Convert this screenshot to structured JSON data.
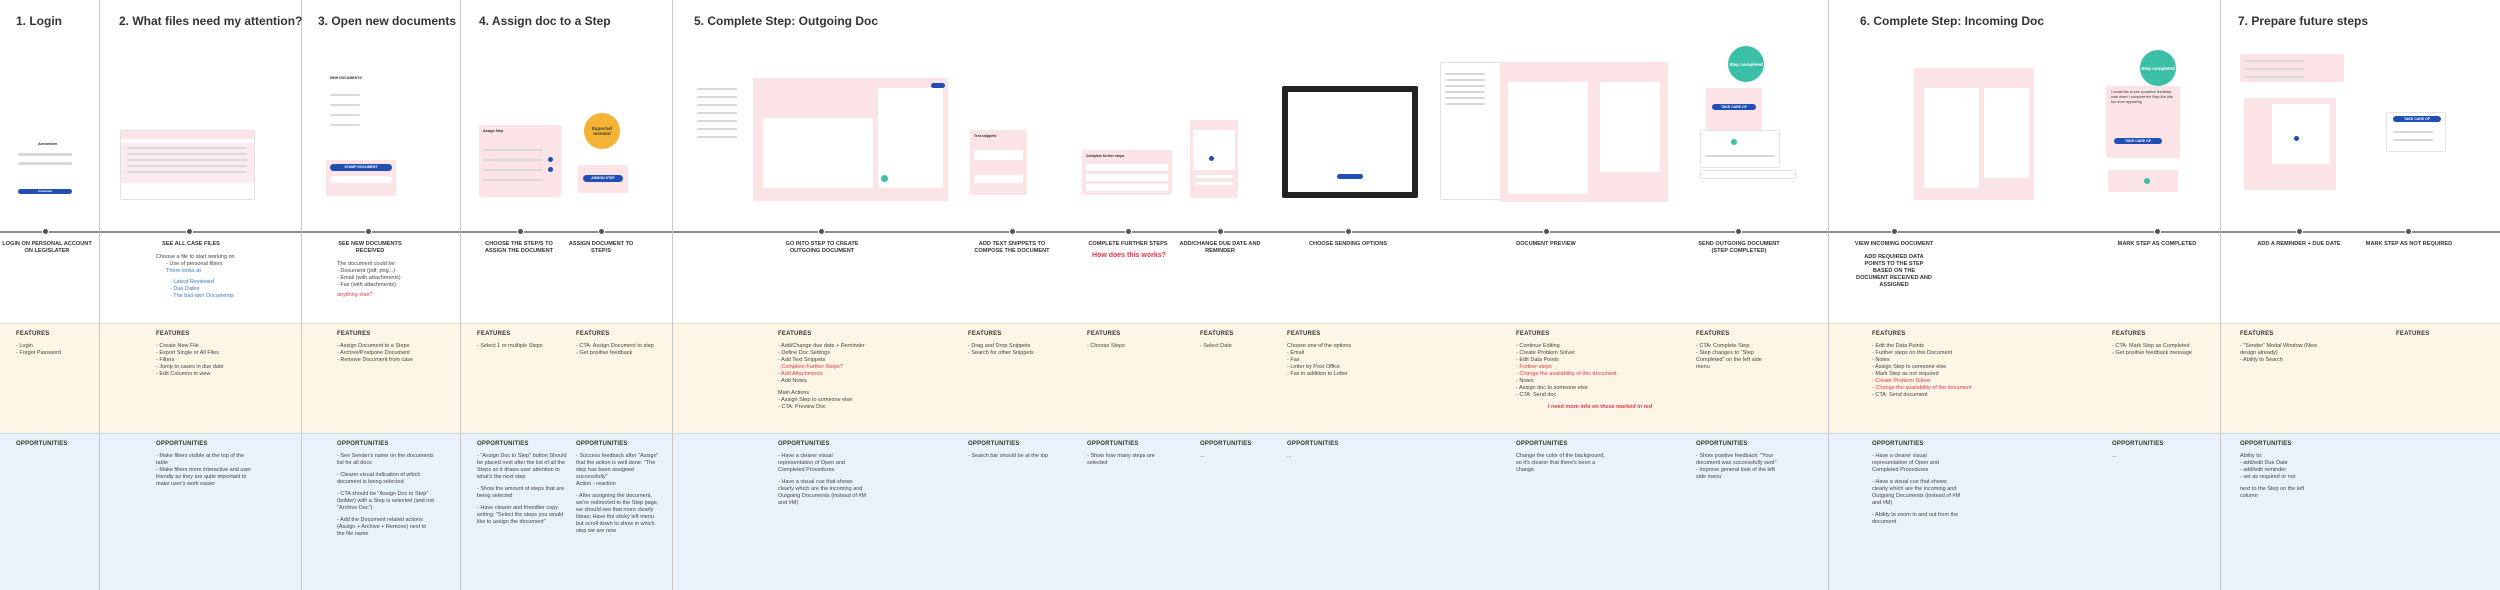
{
  "sections": [
    {
      "id": "s1",
      "title": "1. Login"
    },
    {
      "id": "s2",
      "title": "2. What files need my attention?"
    },
    {
      "id": "s3",
      "title": "3. Open new documents"
    },
    {
      "id": "s4",
      "title": "4. Assign doc to a Step"
    },
    {
      "id": "s5",
      "title": "5. Complete Step: Outgoing Doc"
    },
    {
      "id": "s6",
      "title": "6. Complete Step: Incoming Doc"
    },
    {
      "id": "s7",
      "title": "7. Prepare future steps"
    }
  ],
  "steps": {
    "login": "Login on personal account on Legislater",
    "see_all_case_files": "See all case files",
    "see_new_docs": "See new documents received",
    "choose_steps": "Choose the step/s to assign the document",
    "assign_doc": "Assign document to step/s",
    "go_into_step": "Go into step to create outgoing document",
    "add_text_snippets": "Add text snippets to compose the document",
    "complete_further": "Complete further steps",
    "add_due_date": "Add/change due date and reminder",
    "choose_sending": "Choose sending options",
    "doc_preview": "Document preview",
    "send_outgoing": "Send outgoing document (step completed)",
    "view_incoming": "View incoming document",
    "add_required": "Add required data points to the step based on the document received and assigned",
    "mark_completed": "Mark step as completed",
    "add_reminder": "Add a reminder + due date",
    "mark_not_required": "Mark step as not required"
  },
  "descriptions": {
    "case_files": {
      "intro": "Choose a file to start working on",
      "sub": "- Use of personal filters",
      "link1": "There looks at",
      "link2": "- Latest Reviewed",
      "link3": "- Due Dates",
      "link4": "- The ball own Documents"
    },
    "new_docs": {
      "intro": "The document could be:",
      "l1": "- Document (pdf, png...)",
      "l2": "- Email (with attachments)",
      "l3": "- Fax (with attachments)",
      "note": "anything else?"
    },
    "how_works": "How does this works?",
    "more_info": "I need more info on these marked in red"
  },
  "labels": {
    "features": "FEATURES",
    "opportunities": "OPPORTUNITIES"
  },
  "features": {
    "c1": [
      "- Login",
      "- Forgot Password"
    ],
    "c2": [
      "- Create New File",
      "- Export Single or All Files",
      "- Filters",
      "- Jump to cases in due date",
      "- Edit Columns in view"
    ],
    "c3": [
      "- Assign Document to a Steps",
      "- Archive/Postpone Document",
      "- Remove Document from case"
    ],
    "c4": [
      "- Select 1 or multiple Steps"
    ],
    "c5": [
      "- CTA: Assign Document to step",
      "- Get positive feedback"
    ],
    "c6": [
      "- Add/Change due date + Reminder",
      "- Define Doc Settings",
      "- Add Text Snippets",
      "- Complete Further Steps?",
      "- Add Attachments",
      "- Add Notes",
      "",
      "Main Actions",
      "- Assign Step to someone else",
      "- CTA: Preview Doc"
    ],
    "c6_red": [
      3,
      4
    ],
    "c7": [
      "- Drag and Drop Snippets",
      "- Search for other Snippets"
    ],
    "c8": [
      "- Choose Steps"
    ],
    "c9": [
      "- Select Date"
    ],
    "c10": [
      "Choose one of the options",
      "- Email",
      "- Fax",
      "- Letter by Post Office",
      "- Fax in addition to Letter"
    ],
    "c11": [
      "- Continue Editing",
      "- Create Problem Solver",
      "- Edit Data Points",
      "- Further steps",
      "- Change the availability of this document",
      "- Notes",
      "- Assign doc to someone else",
      "- CTA: Send doc"
    ],
    "c11_red": [
      3,
      4
    ],
    "c12": [
      "- CTA: Complete Step",
      "- Step changes to \"Step Completed\" on the left side menu"
    ],
    "c13": [
      "- Edit the Data Points",
      "- Further steps on this Document",
      "- Notes",
      "- Assign Step to someone else",
      "- Mark Step as not required",
      "- Create Problem Solver",
      "- Change the availability of the document",
      "- CTA: Send document"
    ],
    "c13_red": [
      5,
      6
    ],
    "c14": [
      "- CTA: Mark Step as Completed",
      "- Get positive feedback message"
    ],
    "c15": [
      "- \"Sender\" Modal Window (New design already)",
      "- Ability to Search"
    ]
  },
  "opportunities": {
    "c1": [
      "- Make filters visible at the top of the table",
      "- Make filters more interactive and user friendly as they are quite important to make user's work easier"
    ],
    "c2": [
      "- See Sender's name on the documents list for all docs",
      "",
      "- Clearer visual indication of which document is being selected",
      "",
      "- CTA should be \"Assign Doc to Step\" (bolder) with a Step is selected (and not \"Archive Doc\")",
      "",
      "- Add the Document related actions (Assign + Archive + Remove) next to the file name"
    ],
    "c3": [
      "- \"Assign Doc to Step\" button Should be placed next after the list of all the Steps so it draws user attention to what's the next step",
      "",
      "- Show the amount of steps that are being selected",
      "",
      "- Have clearer and friendlier copy writing: \"Select the steps you would like to assign the document\""
    ],
    "c4": [
      "- Success feedback after \"Assign\" that the action is well done: \"The step has been assigned successfully\"",
      "Action - reaction",
      "",
      "- After assigning the document, we're redirected to the Step page, we should see that more clearly",
      "Ideas: Have the sticky left menu but scroll down to show in which step we are now"
    ],
    "c5": [
      "- Have a clearer visual representation of Open and Completed Procedures",
      "",
      "- Have a visual cue that shows clearly which are the incoming and Outgoing Documents (instead of #M and #M)"
    ],
    "c6": [
      "- Search bar should be at the top"
    ],
    "c7": [
      "- Show how many steps are selected"
    ],
    "c8": [
      "..."
    ],
    "c9": [
      "..."
    ],
    "c10": [
      "Change the color of the background, so it's clearer that there's been a change."
    ],
    "c11": [
      "- Show positive feedback: \"Your document was successfully sent\"",
      "- Improve general look of the left side menu"
    ],
    "c12": [
      "- Have a clearer visual representation of Open and Completed Procedures",
      "",
      "- Have a visual cue that shows clearly which are the incoming and Outgoing Documents (instead of #M and #M)",
      "",
      "- Ability to zoom in and out from the document"
    ],
    "c13": [
      "..."
    ],
    "c14": [
      "Ability to:",
      "- add/edit Due Date",
      "- add/edit reminder",
      "- set as required or not",
      "",
      "next to the Step on the left column"
    ]
  },
  "mockups": {
    "login_title": "Anmelden",
    "login_btn": "Anmelden",
    "new_docs_title": "NEW DOCUMENTS",
    "new_docs_btn": "STAMP DOCUMENT",
    "assign_title": "Assign Step",
    "assign_btn": "ASSIGN STEP",
    "assign_badge": "Expected moment",
    "text_snippets": "Text snippets",
    "further_steps": "Complete further steps",
    "step_completed_1": "Step completed",
    "step_completed_2": "Step completed",
    "feedback_note": "I would like to see a positive feedback note when I complete the Step like this, but more appealing",
    "take_care_btn": "TAKE CARE OF",
    "take_care_btn_2": "TAKE CARE OF",
    "take_care_btn_3": "TAKE CARE OF"
  },
  "colors": {
    "pink": "#fbe3e6",
    "features_bg": "#fdf6e6",
    "opportunities_bg": "#e9f1fa",
    "brand_blue": "#1f4fb5",
    "success_teal": "#3bbfa6",
    "expected_orange": "#f5b335",
    "alert_red": "#e0394c",
    "link_blue": "#3a78c8"
  }
}
